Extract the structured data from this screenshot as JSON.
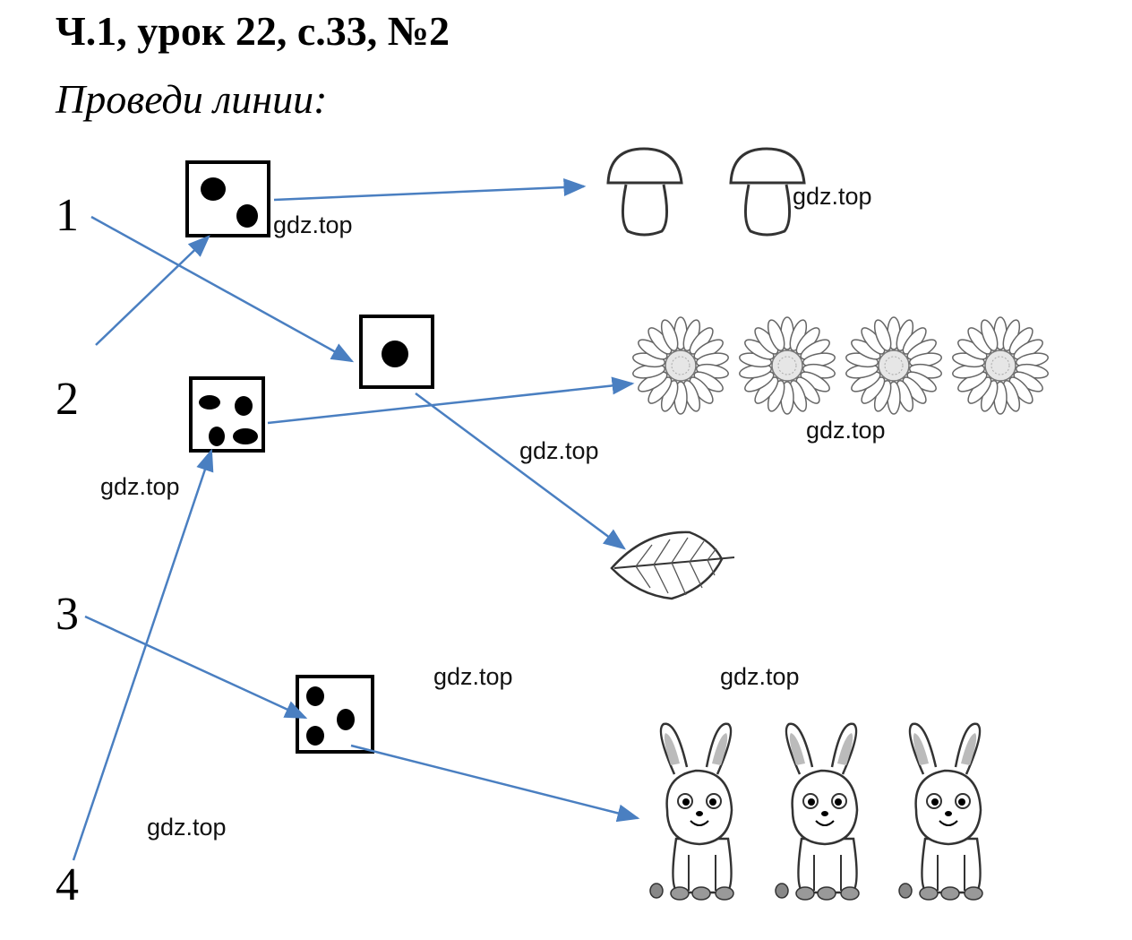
{
  "header": {
    "title": "Ч.1, урок 22, с.33, №2",
    "instruction": "Проведи линии:"
  },
  "numbers": [
    "1",
    "2",
    "3",
    "4"
  ],
  "watermark": "gdz.top",
  "colors": {
    "arrow": "#4a7fc1",
    "ink": "#000000"
  },
  "dice": [
    {
      "dots": 2
    },
    {
      "dots": 1
    },
    {
      "dots": 4
    },
    {
      "dots": 3
    }
  ],
  "pictures": [
    {
      "object": "mushroom-icon",
      "count": 2
    },
    {
      "object": "flower-icon",
      "count": 4
    },
    {
      "object": "leaf-icon",
      "count": 1
    },
    {
      "object": "rabbit-icon",
      "count": 3
    }
  ]
}
